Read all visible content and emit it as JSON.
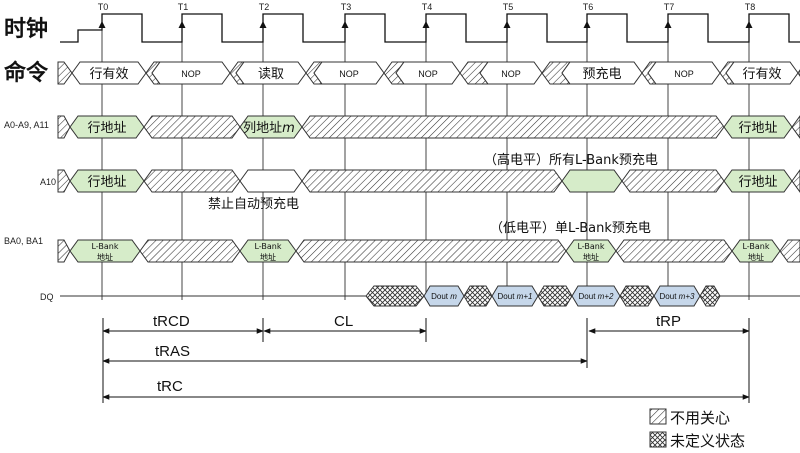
{
  "signals": {
    "clock": "时钟",
    "command": "命令",
    "addr": "A0-A9, A11",
    "a10": "A10",
    "ba": "BA0, BA1",
    "dq": "DQ"
  },
  "ticks": [
    "T0",
    "T1",
    "T2",
    "T3",
    "T4",
    "T5",
    "T6",
    "T7",
    "T8"
  ],
  "commands": {
    "activate": "行有效",
    "nop": "NOP",
    "read": "读取",
    "precharge": "预充电",
    "activate2": "行有效"
  },
  "address": {
    "row": "行地址",
    "col_prefix": "列地址",
    "col_var": "m",
    "row2": "行地址"
  },
  "a10": {
    "row": "行地址",
    "row2": "行地址"
  },
  "bank": {
    "line1": "L-Bank",
    "line2": "地址"
  },
  "dq": {
    "prefix": "Dout",
    "items": [
      "m",
      "m+1",
      "m+2",
      "m+3"
    ]
  },
  "notes": {
    "disable_auto": "禁止自动预充电",
    "high_level": "（高电平）所有L-Bank预充电",
    "low_level": "（低电平）单L-Bank预充电"
  },
  "timings": {
    "trcd": "tRCD",
    "cl": "CL",
    "trp": "tRP",
    "tras": "tRAS",
    "trc": "tRC"
  },
  "legend": {
    "dont_care": "不用关心",
    "undefined": "未定义状态"
  },
  "colors": {
    "valid_fill": "#d6ecc9",
    "dq_fill": "#c6d7ea",
    "line": "#222222"
  }
}
